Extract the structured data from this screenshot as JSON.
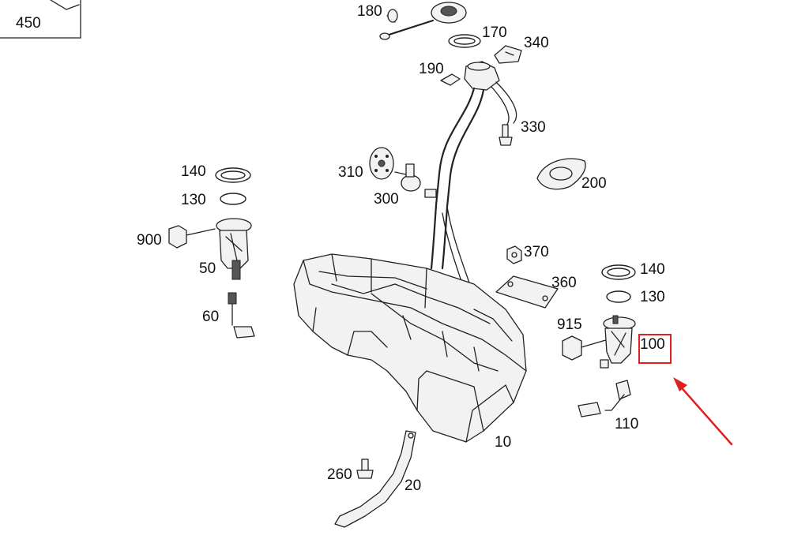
{
  "diagram": {
    "part_labels": [
      {
        "id": "450",
        "text": "450"
      },
      {
        "id": "180",
        "text": "180"
      },
      {
        "id": "170",
        "text": "170"
      },
      {
        "id": "340",
        "text": "340"
      },
      {
        "id": "190",
        "text": "190"
      },
      {
        "id": "330",
        "text": "330"
      },
      {
        "id": "310",
        "text": "310"
      },
      {
        "id": "300",
        "text": "300"
      },
      {
        "id": "200",
        "text": "200"
      },
      {
        "id": "140a",
        "text": "140"
      },
      {
        "id": "130a",
        "text": "130"
      },
      {
        "id": "900",
        "text": "900"
      },
      {
        "id": "50",
        "text": "50"
      },
      {
        "id": "60",
        "text": "60"
      },
      {
        "id": "370",
        "text": "370"
      },
      {
        "id": "360",
        "text": "360"
      },
      {
        "id": "140b",
        "text": "140"
      },
      {
        "id": "130b",
        "text": "130"
      },
      {
        "id": "915",
        "text": "915"
      },
      {
        "id": "100",
        "text": "100"
      },
      {
        "id": "110",
        "text": "110"
      },
      {
        "id": "10",
        "text": "10"
      },
      {
        "id": "260",
        "text": "260"
      },
      {
        "id": "20",
        "text": "20"
      }
    ],
    "highlight": {
      "part": "100",
      "color": "#e02020"
    }
  }
}
